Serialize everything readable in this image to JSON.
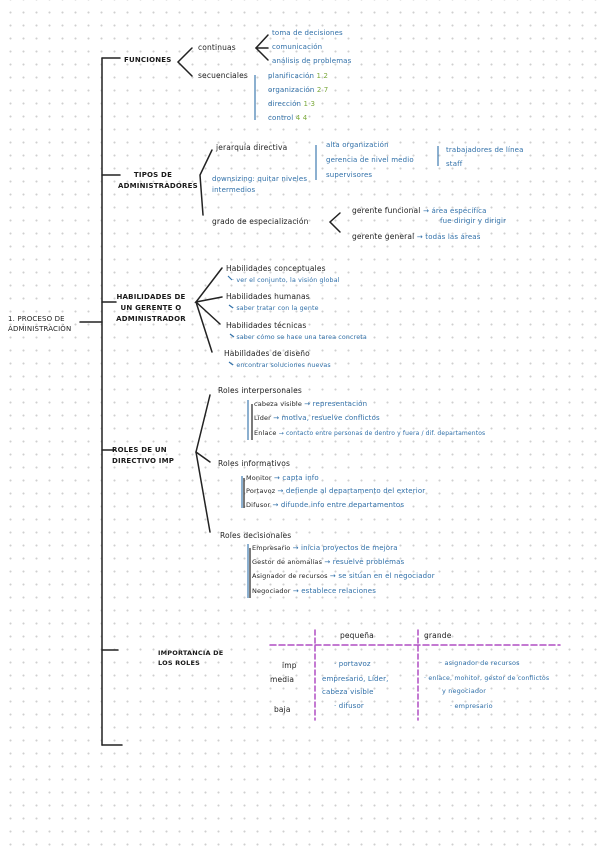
{
  "title": "1. PROCESO DE ADMINISTRACIÓN",
  "funciones": {
    "label": "FUNCIONES",
    "continuas": {
      "label": "continuas",
      "items": [
        "toma de decisiones",
        "comunicación",
        "análisis de problemas"
      ]
    },
    "secuenciales": {
      "label": "secuenciales",
      "items": [
        {
          "label": "planificación",
          "num": "1 2"
        },
        {
          "label": "organización",
          "num": "2 7"
        },
        {
          "label": "dirección",
          "num": "1 3"
        },
        {
          "label": "control",
          "num": "4 4"
        }
      ]
    }
  },
  "tipos": {
    "label": "TIPOS DE ADMINISTRADORES",
    "jerarquia": {
      "label": "jerarquía directiva",
      "items": [
        "alta organización",
        "gerencia de nivel medio",
        "supervisores"
      ],
      "side": [
        "trabajadores de línea",
        "staff"
      ]
    },
    "downsizing": "downsizing: quitar niveles intermedios",
    "grado": {
      "label": "grado de especialización",
      "funcional": {
        "label": "gerente funcional",
        "desc": "área específica",
        "sub": "fue dirigir y dirigir"
      },
      "general": {
        "label": "gerente general",
        "desc": "todas las áreas"
      }
    }
  },
  "habilidades": {
    "label": "HABILIDADES DE UN GERENTE O ADMINISTRADOR",
    "items": [
      {
        "label": "Habilidades conceptuales",
        "desc": "ver el conjunto, la visión global"
      },
      {
        "label": "Habilidades humanas",
        "desc": "saber tratar con la gente"
      },
      {
        "label": "Habilidades técnicas",
        "desc": "saber cómo se hace una tarea concreta"
      },
      {
        "label": "Habilidades de diseño",
        "desc": "encontrar soluciones nuevas"
      }
    ]
  },
  "roles": {
    "label": "ROLES DE UN DIRECTIVO IMP",
    "groups": [
      {
        "label": "Roles interpersonales",
        "items": [
          {
            "label": "cabeza visible",
            "desc": "representación"
          },
          {
            "label": "Líder",
            "desc": "motiva, resuelve conflictos"
          },
          {
            "label": "Enlace",
            "desc": "contacto entre personas de dentro y fuera / dif. departamentos"
          }
        ]
      },
      {
        "label": "Roles informativos",
        "items": [
          {
            "label": "Monitor",
            "desc": "capta info"
          },
          {
            "label": "Portavoz",
            "desc": "defiende al departamento del exterior"
          },
          {
            "label": "Difusor",
            "desc": "difunde info entre departamentos"
          }
        ]
      },
      {
        "label": "Roles decisionales",
        "items": [
          {
            "label": "Empresario",
            "desc": "inicia proyectos de mejora"
          },
          {
            "label": "Gestor de anomalías",
            "desc": "resuelve problemas"
          },
          {
            "label": "Asignador de recursos",
            "desc": "se sitúan en el negociador"
          },
          {
            "label": "Negociador",
            "desc": "establece relaciones"
          }
        ]
      }
    ]
  },
  "importancia": {
    "label": "IMPORTANCIA DE LOS ROLES",
    "cols": [
      "pequeña",
      "grande"
    ],
    "rows": [
      "imp",
      "media",
      "baja"
    ],
    "pequena": [
      "portavoz",
      "empresario, Líder,",
      "cabeza visible",
      "difusor"
    ],
    "grande": [
      "asignador de recursos",
      "enlace, monitor, gestor de conflictos",
      "y negociador",
      "empresario"
    ]
  },
  "colors": {
    "ink": "#222222",
    "blue": "#2f6fa8",
    "green": "#7aa83a",
    "purple": "#b04fc4"
  }
}
